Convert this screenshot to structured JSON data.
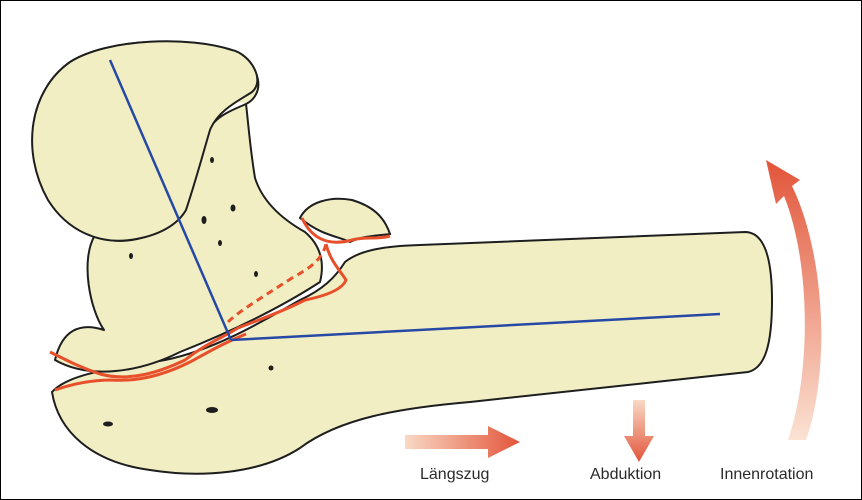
{
  "colors": {
    "bone_fill": "#f1eec3",
    "bone_outline": "#1e1e1e",
    "fracture_line": "#e8502c",
    "axis_line": "#2749a6",
    "arrow_light": "#f7cdb5",
    "arrow_dark": "#e2553a"
  },
  "labels": {
    "traction": "Längszug",
    "abduction": "Abduktion",
    "internal_rotation": "Innenrotation"
  }
}
